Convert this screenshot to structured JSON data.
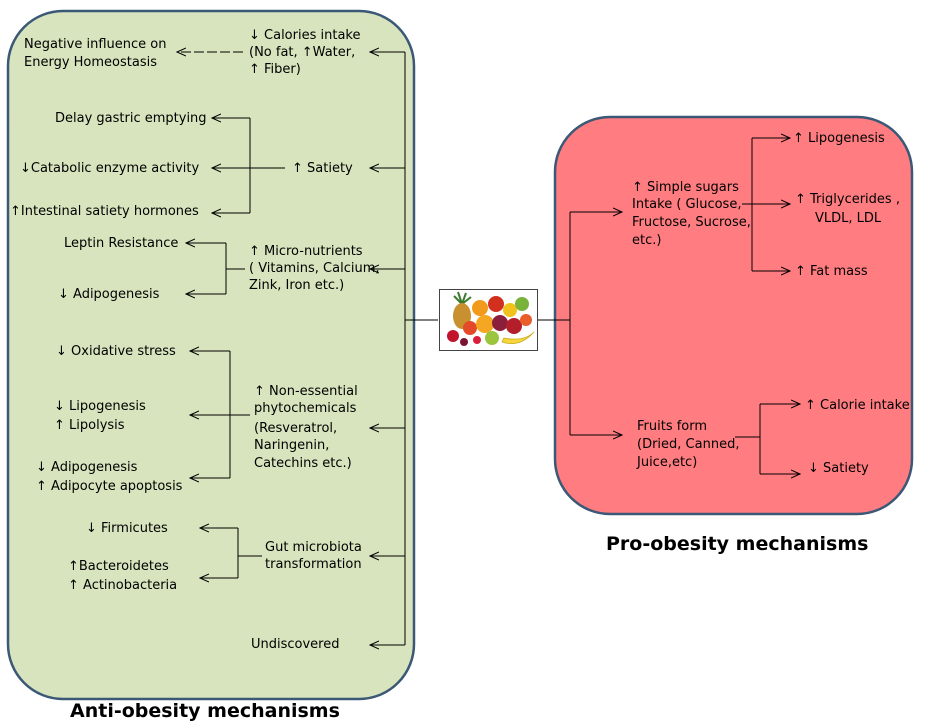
{
  "colors": {
    "anti_fill": "#d7e4bd",
    "pro_fill": "#ff7c80",
    "border": "#3b5876",
    "line": "#000000"
  },
  "anti": {
    "title": "Anti-obesity mechanisms",
    "causes": {
      "calories": [
        "↓ Calories  intake",
        "(No fat, ↑Water,",
        "↑  Fiber)"
      ],
      "satiety": "↑  Satiety",
      "micronutrients": [
        "↑ Micro-nutrients",
        "( Vitamins, Calcium,",
        "Zink, Iron etc.)"
      ],
      "phytochemicals": [
        "↑  Non-essential",
        "phytochemicals",
        "(Resveratrol,",
        "Naringenin,",
        "Catechins etc.)"
      ],
      "gut": [
        "Gut microbiota",
        "transformation"
      ],
      "undiscovered": "Undiscovered"
    },
    "effects": {
      "energy": [
        "Negative influence on",
        "Energy Homeostasis"
      ],
      "gastric": "Delay gastric emptying",
      "catabolic": "↓Catabolic enzyme  activity",
      "hormones": "↑Intestinal satiety hormones",
      "leptin": "Leptin Resistance",
      "adipogenesis1": "↓  Adipogenesis",
      "oxidative": "↓  Oxidative stress",
      "lipogenesis": "↓  Lipogenesis",
      "lipolysis": "↑  Lipolysis",
      "adipogenesis2": "↓  Adipogenesis",
      "apoptosis": "↑  Adipocyte  apoptosis",
      "firmicutes": "↓  Firmicutes",
      "bacteroidetes": "↑Bacteroidetes",
      "actinobacteria": "↑  Actinobacteria"
    }
  },
  "pro": {
    "title": "Pro-obesity mechanisms",
    "sugars": [
      "↑  Simple sugars",
      "Intake ( Glucose,",
      "Fructose, Sucrose,",
      "etc.)"
    ],
    "lipogenesis": "↑ Lipogenesis",
    "triglycerides": [
      "↑  Triglycerides ,",
      "VLDL,  LDL"
    ],
    "fatmass": "↑  Fat mass",
    "fruits_form": [
      "Fruits form",
      "(Dried, Canned,",
      "Juice,etc)"
    ],
    "calorie_intake": "↑  Calorie intake",
    "satiety": "↓  Satiety"
  }
}
